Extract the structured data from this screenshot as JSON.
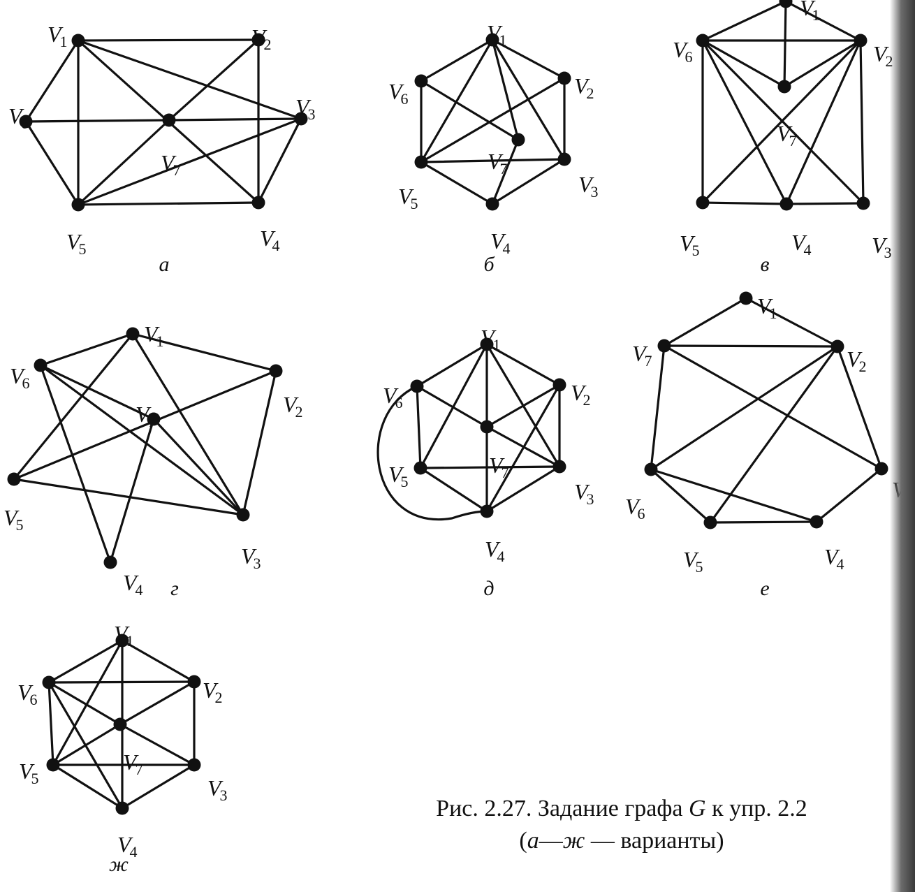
{
  "ink_color": "#111111",
  "panels": [
    {
      "id": "a",
      "letter": "а",
      "vertices": [
        {
          "id": "V1",
          "label": "V",
          "sub": "1"
        },
        {
          "id": "V2",
          "label": "V",
          "sub": "2"
        },
        {
          "id": "V3",
          "label": "V",
          "sub": "3"
        },
        {
          "id": "V4",
          "label": "V",
          "sub": "4"
        },
        {
          "id": "V5",
          "label": "V",
          "sub": "5"
        },
        {
          "id": "V6",
          "label": "V",
          "sub": "6"
        },
        {
          "id": "V7",
          "label": "V",
          "sub": "7"
        }
      ],
      "edges": [
        [
          "V1",
          "V2"
        ],
        [
          "V1",
          "V6"
        ],
        [
          "V1",
          "V5"
        ],
        [
          "V1",
          "V4"
        ],
        [
          "V1",
          "V3"
        ],
        [
          "V2",
          "V7"
        ],
        [
          "V2",
          "V4"
        ],
        [
          "V3",
          "V4"
        ],
        [
          "V3",
          "V5"
        ],
        [
          "V4",
          "V5"
        ],
        [
          "V5",
          "V6"
        ],
        [
          "V5",
          "V7"
        ],
        [
          "V6",
          "V7"
        ],
        [
          "V7",
          "V3"
        ]
      ]
    },
    {
      "id": "b",
      "letter": "б",
      "vertices": [
        {
          "id": "V1",
          "label": "V",
          "sub": "1"
        },
        {
          "id": "V2",
          "label": "V",
          "sub": "2"
        },
        {
          "id": "V3",
          "label": "V",
          "sub": "3"
        },
        {
          "id": "V4",
          "label": "V",
          "sub": "4"
        },
        {
          "id": "V5",
          "label": "V",
          "sub": "5"
        },
        {
          "id": "V6",
          "label": "V",
          "sub": "6"
        },
        {
          "id": "V7",
          "label": "V",
          "sub": "7"
        }
      ],
      "edges": [
        [
          "V1",
          "V2"
        ],
        [
          "V1",
          "V6"
        ],
        [
          "V1",
          "V5"
        ],
        [
          "V1",
          "V7"
        ],
        [
          "V1",
          "V3"
        ],
        [
          "V2",
          "V3"
        ],
        [
          "V2",
          "V5"
        ],
        [
          "V3",
          "V4"
        ],
        [
          "V3",
          "V5"
        ],
        [
          "V4",
          "V5"
        ],
        [
          "V4",
          "V7"
        ],
        [
          "V5",
          "V6"
        ],
        [
          "V6",
          "V7"
        ]
      ]
    },
    {
      "id": "v",
      "letter": "в",
      "vertices": [
        {
          "id": "V1",
          "label": "V",
          "sub": "1"
        },
        {
          "id": "V2",
          "label": "V",
          "sub": "2"
        },
        {
          "id": "V3",
          "label": "V",
          "sub": "3"
        },
        {
          "id": "V4",
          "label": "V",
          "sub": "4"
        },
        {
          "id": "V5",
          "label": "V",
          "sub": "5"
        },
        {
          "id": "V6",
          "label": "V",
          "sub": "6"
        },
        {
          "id": "V7",
          "label": "V",
          "sub": "7"
        }
      ],
      "edges": [
        [
          "V1",
          "V6"
        ],
        [
          "V1",
          "V2"
        ],
        [
          "V1",
          "V7"
        ],
        [
          "V6",
          "V2"
        ],
        [
          "V6",
          "V7"
        ],
        [
          "V7",
          "V2"
        ],
        [
          "V6",
          "V5"
        ],
        [
          "V6",
          "V4"
        ],
        [
          "V6",
          "V3"
        ],
        [
          "V2",
          "V3"
        ],
        [
          "V2",
          "V4"
        ],
        [
          "V2",
          "V5"
        ],
        [
          "V5",
          "V4"
        ],
        [
          "V4",
          "V3"
        ]
      ]
    },
    {
      "id": "g",
      "letter": "г",
      "vertices": [
        {
          "id": "V1",
          "label": "V",
          "sub": "1"
        },
        {
          "id": "V2",
          "label": "V",
          "sub": "2"
        },
        {
          "id": "V3",
          "label": "V",
          "sub": "3"
        },
        {
          "id": "V4",
          "label": "V",
          "sub": "4"
        },
        {
          "id": "V5",
          "label": "V",
          "sub": "5"
        },
        {
          "id": "V6",
          "label": "V",
          "sub": "6"
        },
        {
          "id": "V7",
          "label": "V",
          "sub": "7"
        }
      ],
      "edges": [
        [
          "V6",
          "V1"
        ],
        [
          "V1",
          "V2"
        ],
        [
          "V1",
          "V5"
        ],
        [
          "V1",
          "V3"
        ],
        [
          "V2",
          "V5"
        ],
        [
          "V2",
          "V3"
        ],
        [
          "V6",
          "V7"
        ],
        [
          "V6",
          "V3"
        ],
        [
          "V6",
          "V4"
        ],
        [
          "V7",
          "V3"
        ],
        [
          "V7",
          "V4"
        ],
        [
          "V5",
          "V3"
        ]
      ]
    },
    {
      "id": "d",
      "letter": "д",
      "vertices": [
        {
          "id": "V1",
          "label": "V",
          "sub": "1"
        },
        {
          "id": "V2",
          "label": "V",
          "sub": "2"
        },
        {
          "id": "V3",
          "label": "V",
          "sub": "3"
        },
        {
          "id": "V4",
          "label": "V",
          "sub": "4"
        },
        {
          "id": "V5",
          "label": "V",
          "sub": "5"
        },
        {
          "id": "V6",
          "label": "V",
          "sub": "6"
        },
        {
          "id": "V7",
          "label": "V",
          "sub": "7"
        }
      ],
      "edges": [
        [
          "V1",
          "V2"
        ],
        [
          "V1",
          "V6"
        ],
        [
          "V1",
          "V4"
        ],
        [
          "V1",
          "V5"
        ],
        [
          "V1",
          "V3"
        ],
        [
          "V2",
          "V3"
        ],
        [
          "V2",
          "V7"
        ],
        [
          "V2",
          "V4"
        ],
        [
          "V6",
          "V5"
        ],
        [
          "V6",
          "V7"
        ],
        [
          "V6",
          "V4"
        ],
        [
          "V7",
          "V3"
        ],
        [
          "V5",
          "V3"
        ],
        [
          "V5",
          "V4"
        ],
        [
          "V3",
          "V4"
        ]
      ],
      "arc_edge": [
        "V6",
        "V4"
      ]
    },
    {
      "id": "e",
      "letter": "е",
      "vertices": [
        {
          "id": "V1",
          "label": "V",
          "sub": "1"
        },
        {
          "id": "V2",
          "label": "V",
          "sub": "2"
        },
        {
          "id": "V3",
          "label": "V",
          "sub": ""
        },
        {
          "id": "V4",
          "label": "V",
          "sub": "4"
        },
        {
          "id": "V5",
          "label": "V",
          "sub": "5"
        },
        {
          "id": "V6",
          "label": "V",
          "sub": "6"
        },
        {
          "id": "V7",
          "label": "V",
          "sub": "7"
        }
      ],
      "edges": [
        [
          "V1",
          "V7"
        ],
        [
          "V1",
          "V2"
        ],
        [
          "V7",
          "V2"
        ],
        [
          "V7",
          "V3"
        ],
        [
          "V7",
          "V6"
        ],
        [
          "V2",
          "V3"
        ],
        [
          "V2",
          "V6"
        ],
        [
          "V2",
          "V5"
        ],
        [
          "V3",
          "V4"
        ],
        [
          "V6",
          "V5"
        ],
        [
          "V6",
          "V4"
        ],
        [
          "V5",
          "V4"
        ]
      ]
    },
    {
      "id": "zh",
      "letter": "ж",
      "vertices": [
        {
          "id": "V1",
          "label": "V",
          "sub": "1"
        },
        {
          "id": "V2",
          "label": "V",
          "sub": "2"
        },
        {
          "id": "V3",
          "label": "V",
          "sub": "3"
        },
        {
          "id": "V4",
          "label": "V",
          "sub": "4"
        },
        {
          "id": "V5",
          "label": "V",
          "sub": "5"
        },
        {
          "id": "V6",
          "label": "V",
          "sub": "6"
        },
        {
          "id": "V7",
          "label": "V",
          "sub": "7"
        }
      ],
      "edges": [
        [
          "V1",
          "V6"
        ],
        [
          "V1",
          "V2"
        ],
        [
          "V1",
          "V5"
        ],
        [
          "V1",
          "V4"
        ],
        [
          "V6",
          "V2"
        ],
        [
          "V6",
          "V5"
        ],
        [
          "V6",
          "V7"
        ],
        [
          "V6",
          "V4"
        ],
        [
          "V2",
          "V3"
        ],
        [
          "V2",
          "V7"
        ],
        [
          "V5",
          "V7"
        ],
        [
          "V5",
          "V3"
        ],
        [
          "V5",
          "V4"
        ],
        [
          "V7",
          "V3"
        ],
        [
          "V3",
          "V4"
        ]
      ]
    }
  ],
  "caption": {
    "line1_prefix": "Рис. 2.27. Задание графа ",
    "line1_var": "G",
    "line1_suffix": " к упр. 2.2",
    "line2_open": "(",
    "line2_var_a": "а",
    "line2_dash1": "—",
    "line2_var_zh": "ж",
    "line2_dash2": " — ",
    "line2_rest": "варианты)"
  }
}
